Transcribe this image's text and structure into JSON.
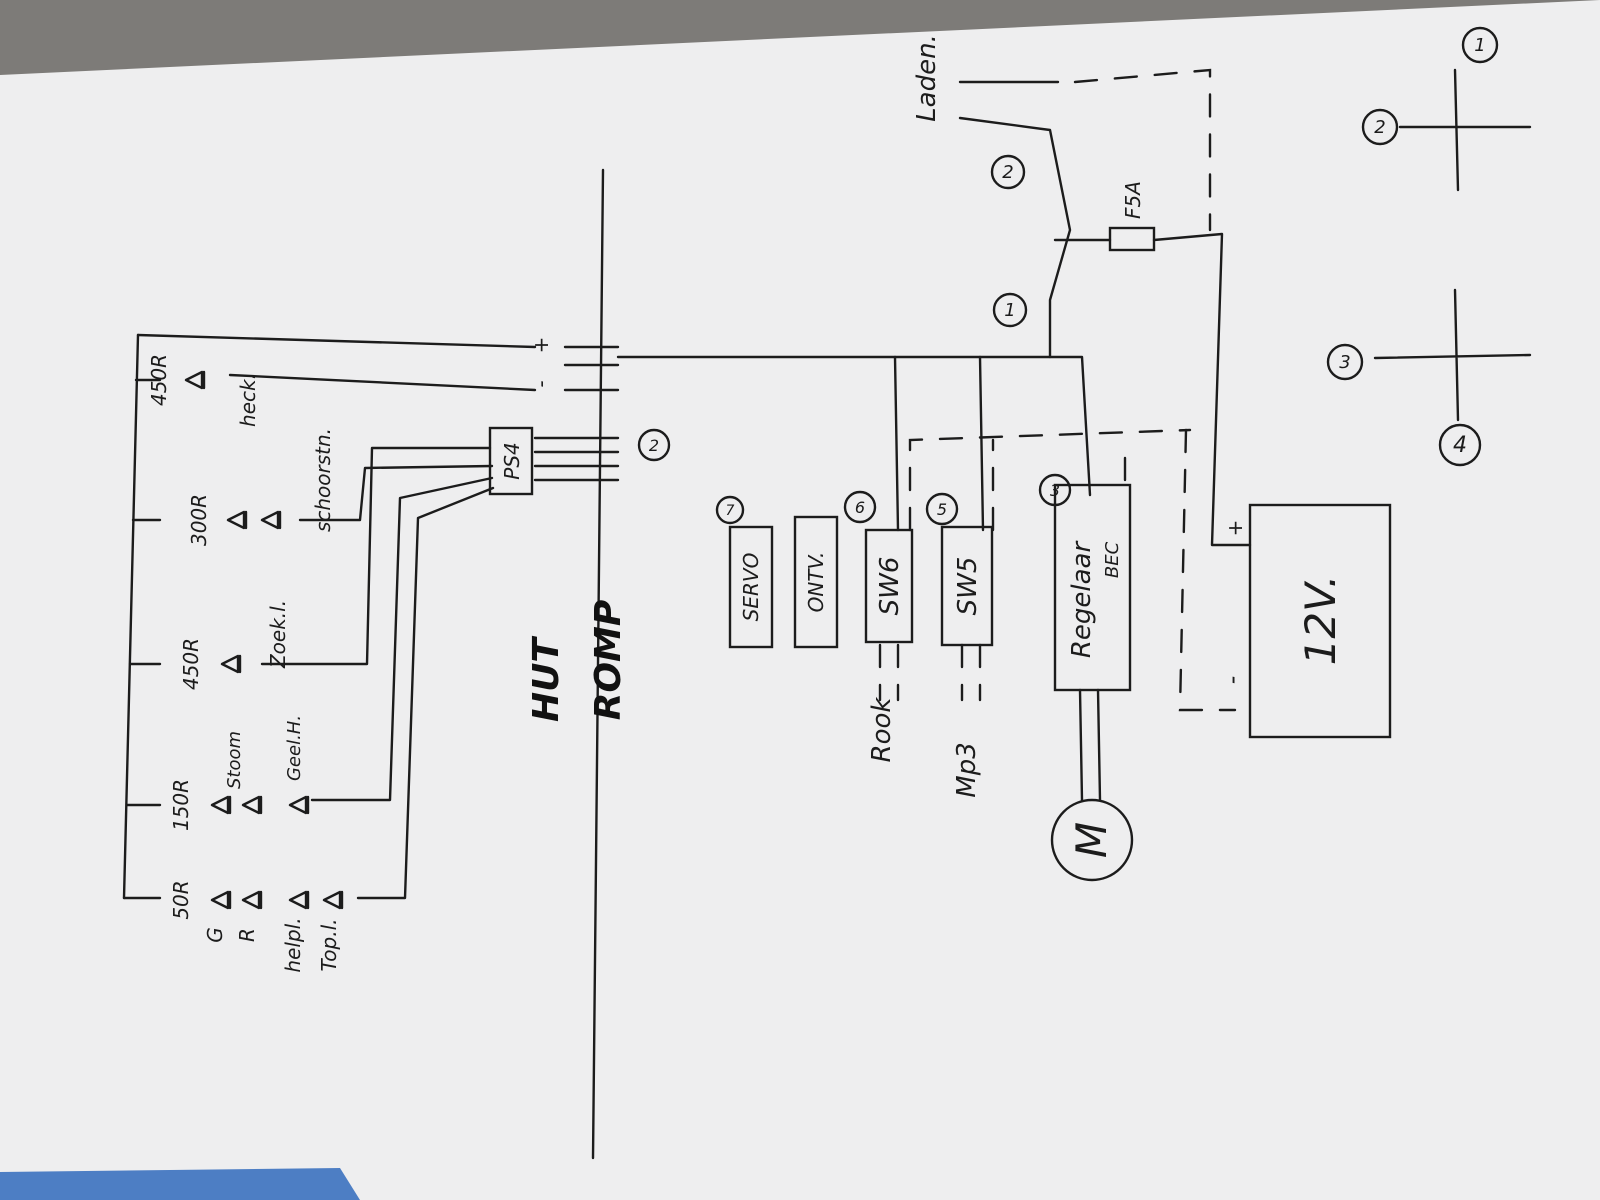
{
  "labels": {
    "hut": "HUT",
    "romp": "ROMP",
    "ps4": "PS4",
    "servo": "SERVO",
    "ontv": "ONTV.",
    "sw6": "SW6",
    "sw5": "SW5",
    "regelaar": "Regelaar",
    "bec": "BEC",
    "battery": "12V.",
    "motor": "M",
    "fuse": "F5A",
    "laden": "Laden.",
    "rook": "Rook",
    "mp3": "Mp3",
    "r50": "50R",
    "r150": "150R",
    "r450": "450R",
    "r300": "300R",
    "r450b": "450R",
    "g": "G",
    "r": "R",
    "helpl": "helpl.",
    "topl": "Top.l.",
    "stoomfluit": "Stoom",
    "geel": "Geel.H.",
    "zoeklicht": "Zoek.l.",
    "schoorsteen": "schoorstn.",
    "heck": "heck.",
    "plus": "+",
    "minus": "-",
    "plus_batt": "+",
    "minus_batt": "-",
    "c1": "1",
    "c2": "2",
    "c3": "3",
    "c5": "5",
    "c6": "6",
    "c7": "7",
    "cs1": "1",
    "cs2": "2",
    "j1": "1",
    "j2": "2",
    "j3": "3",
    "j4": "4"
  }
}
